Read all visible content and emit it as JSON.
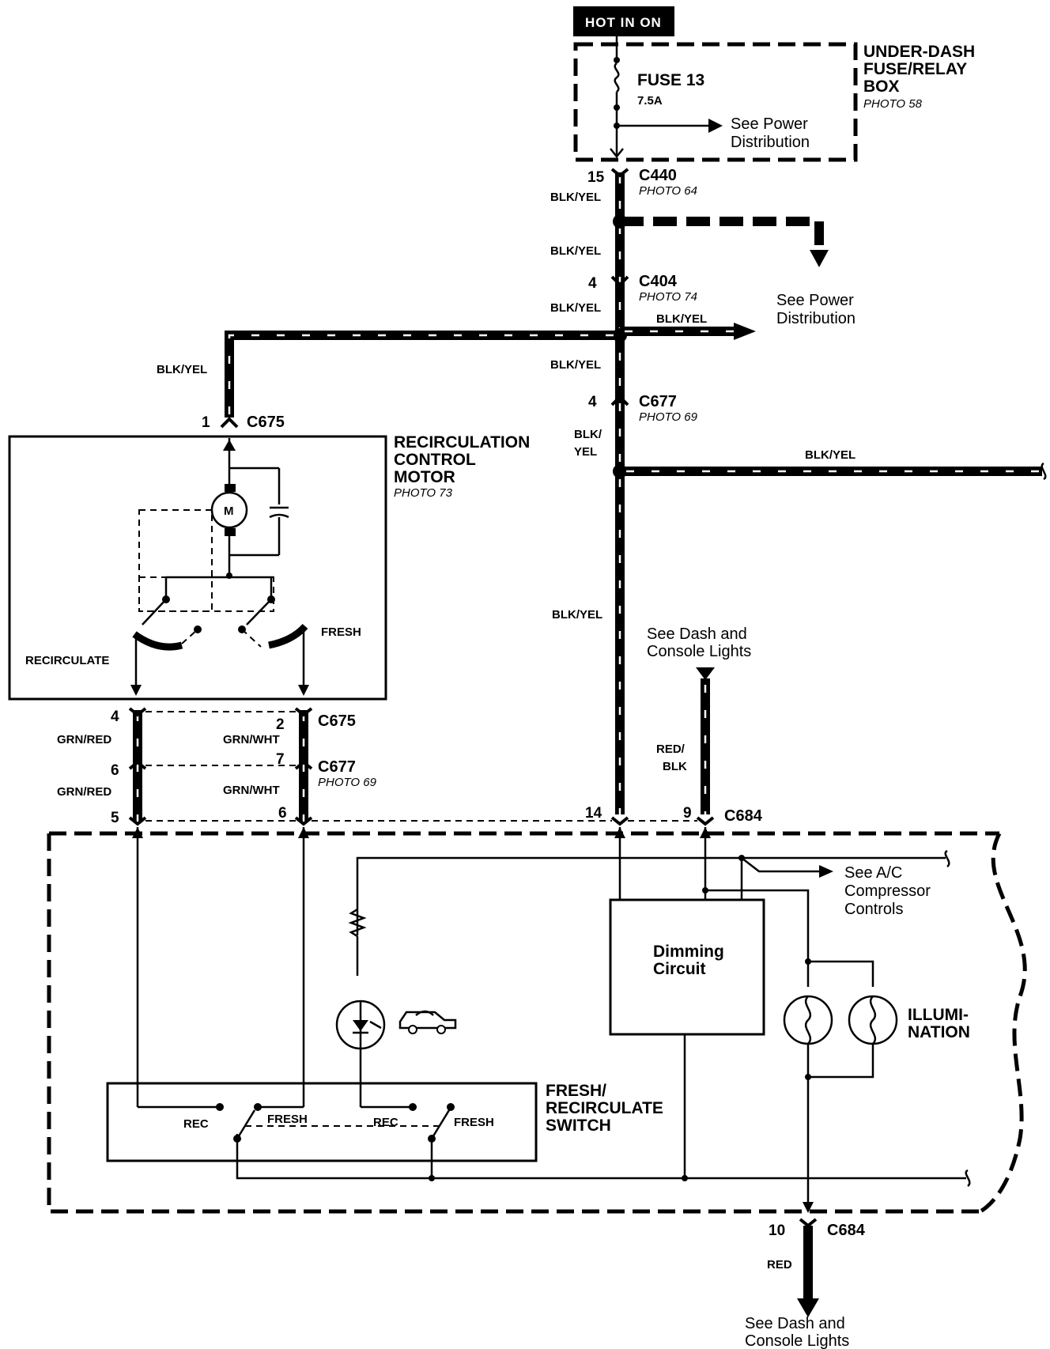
{
  "power": {
    "hot_label": "HOT IN ON"
  },
  "fuse_box": {
    "title_line1": "UNDER-DASH",
    "title_line2": "FUSE/RELAY",
    "title_line3": "BOX",
    "photo": "PHOTO 58",
    "fuse_name": "FUSE 13",
    "fuse_rating": "7.5A",
    "see_power_line1": "See Power",
    "see_power_line2": "Distribution"
  },
  "connectors": {
    "c440": {
      "name": "C440",
      "photo": "PHOTO 64",
      "pin": "15"
    },
    "c404": {
      "name": "C404",
      "photo": "PHOTO 74",
      "pin": "4"
    },
    "c677_main": {
      "name": "C677",
      "photo": "PHOTO 69",
      "pin": "4"
    },
    "c675_top": {
      "name": "C675",
      "pin": "1"
    },
    "c675_bottom": {
      "name": "C675",
      "pin_left": "4",
      "pin_right": "2"
    },
    "c677_lower": {
      "name": "C677",
      "photo": "PHOTO 69",
      "pin_left": "6",
      "pin_right": "7"
    },
    "c684_top": {
      "name": "C684",
      "pin_a": "14",
      "pin_b": "9",
      "pin_left": "5",
      "pin_right": "6"
    },
    "c684_bottom": {
      "name": "C684",
      "pin": "10"
    }
  },
  "wires": {
    "blk_yel": "BLK/YEL",
    "blk_split_1": "BLK/",
    "blk_split_2": "YEL",
    "grn_red": "GRN/RED",
    "grn_wht": "GRN/WHT",
    "red_blk_1": "RED/",
    "red_blk_2": "BLK",
    "red": "RED"
  },
  "power_dist": {
    "line1": "See Power",
    "line2": "Distribution"
  },
  "motor": {
    "title_line1": "RECIRCULATION",
    "title_line2": "CONTROL",
    "title_line3": "MOTOR",
    "photo": "PHOTO 73",
    "motor_symbol": "M",
    "fresh": "FRESH",
    "recirculate": "RECIRCULATE"
  },
  "dash_lights_top": {
    "line1": "See Dash and",
    "line2": "Console Lights"
  },
  "dash_lights_bottom": {
    "line1": "See Dash and",
    "line2": "Console Lights"
  },
  "ac": {
    "line1": "See A/C",
    "line2": "Compressor",
    "line3": "Controls"
  },
  "dimming": {
    "line1": "Dimming",
    "line2": "Circuit"
  },
  "illumination": {
    "line1": "ILLUMI-",
    "line2": "NATION"
  },
  "switch": {
    "title_line1": "FRESH/",
    "title_line2": "RECIRCULATE",
    "title_line3": "SWITCH",
    "rec": "REC",
    "fresh": "FRESH"
  },
  "icons": [
    "led-indicator-icon",
    "car-recirculation-icon",
    "motor-icon",
    "capacitor-icon",
    "bulb-icon",
    "resistor-icon",
    "fuse-icon"
  ]
}
